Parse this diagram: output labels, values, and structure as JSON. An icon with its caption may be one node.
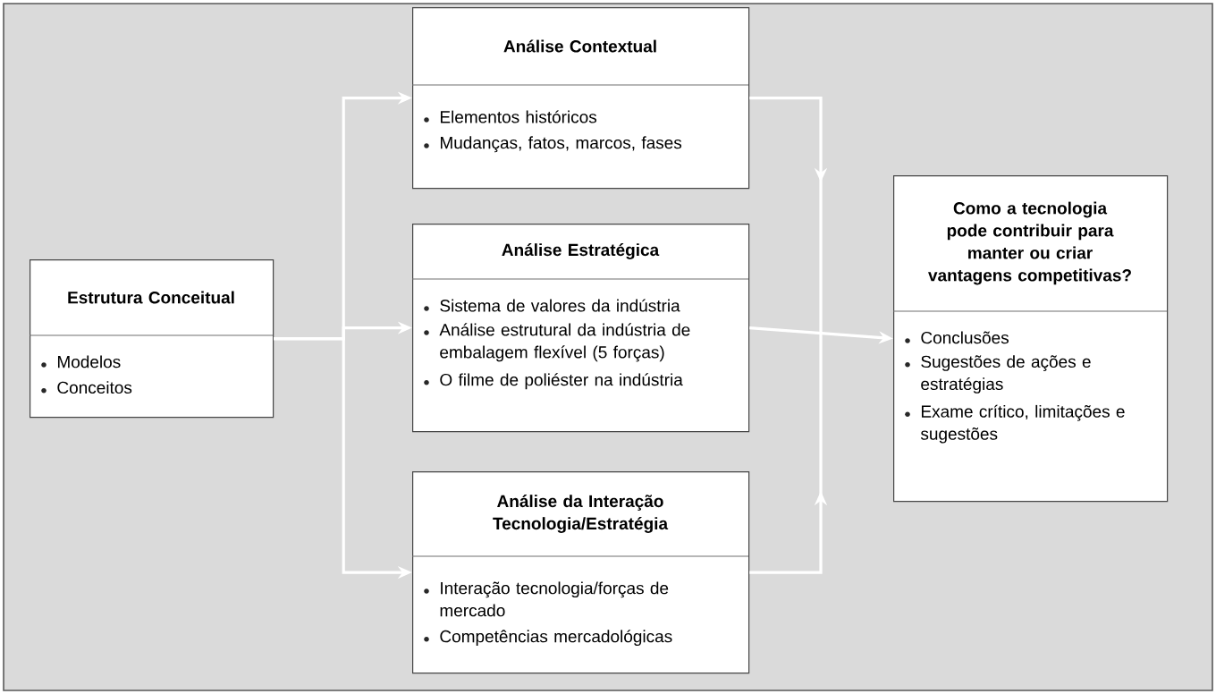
{
  "diagram": {
    "nodes": [
      {
        "text": [
          "Estrutura Conceitual",
          "Modelos",
          "Conceitos"
        ]
      },
      {
        "text": [
          "Análise Contextual",
          "Elementos históricos",
          "Mudanças, fatos, marcos, fases"
        ]
      },
      {
        "text": [
          "Análise Estratégica",
          "Sistema de valores da indústria",
          "Análise estrutural da indústria de embalagem flexível (5 forças)",
          "O filme de poliéster na indústria"
        ]
      },
      {
        "text": [
          "Análise da Interação Tecnologia/Estratégia",
          "Interação tecnologia/forças de mercado",
          "Competências mercadológicas"
        ]
      },
      {
        "text": [
          "Como a tecnologia pode contribuir para manter ou criar vantagens competitivas?",
          "Conclusões",
          "Sugestões de ações e estratégias",
          "Exame crítico, limitações e sugestões"
        ]
      }
    ],
    "edges": [
      {
        "from": 0,
        "to": 1,
        "arrow": "to"
      },
      {
        "from": 0,
        "to": 2,
        "arrow": "to"
      },
      {
        "from": 0,
        "to": 3,
        "arrow": "to"
      },
      {
        "from": 1,
        "to": 4,
        "arrow": "to"
      },
      {
        "from": 2,
        "to": 4,
        "arrow": "to"
      },
      {
        "from": 3,
        "to": 4,
        "arrow": "to"
      }
    ]
  }
}
